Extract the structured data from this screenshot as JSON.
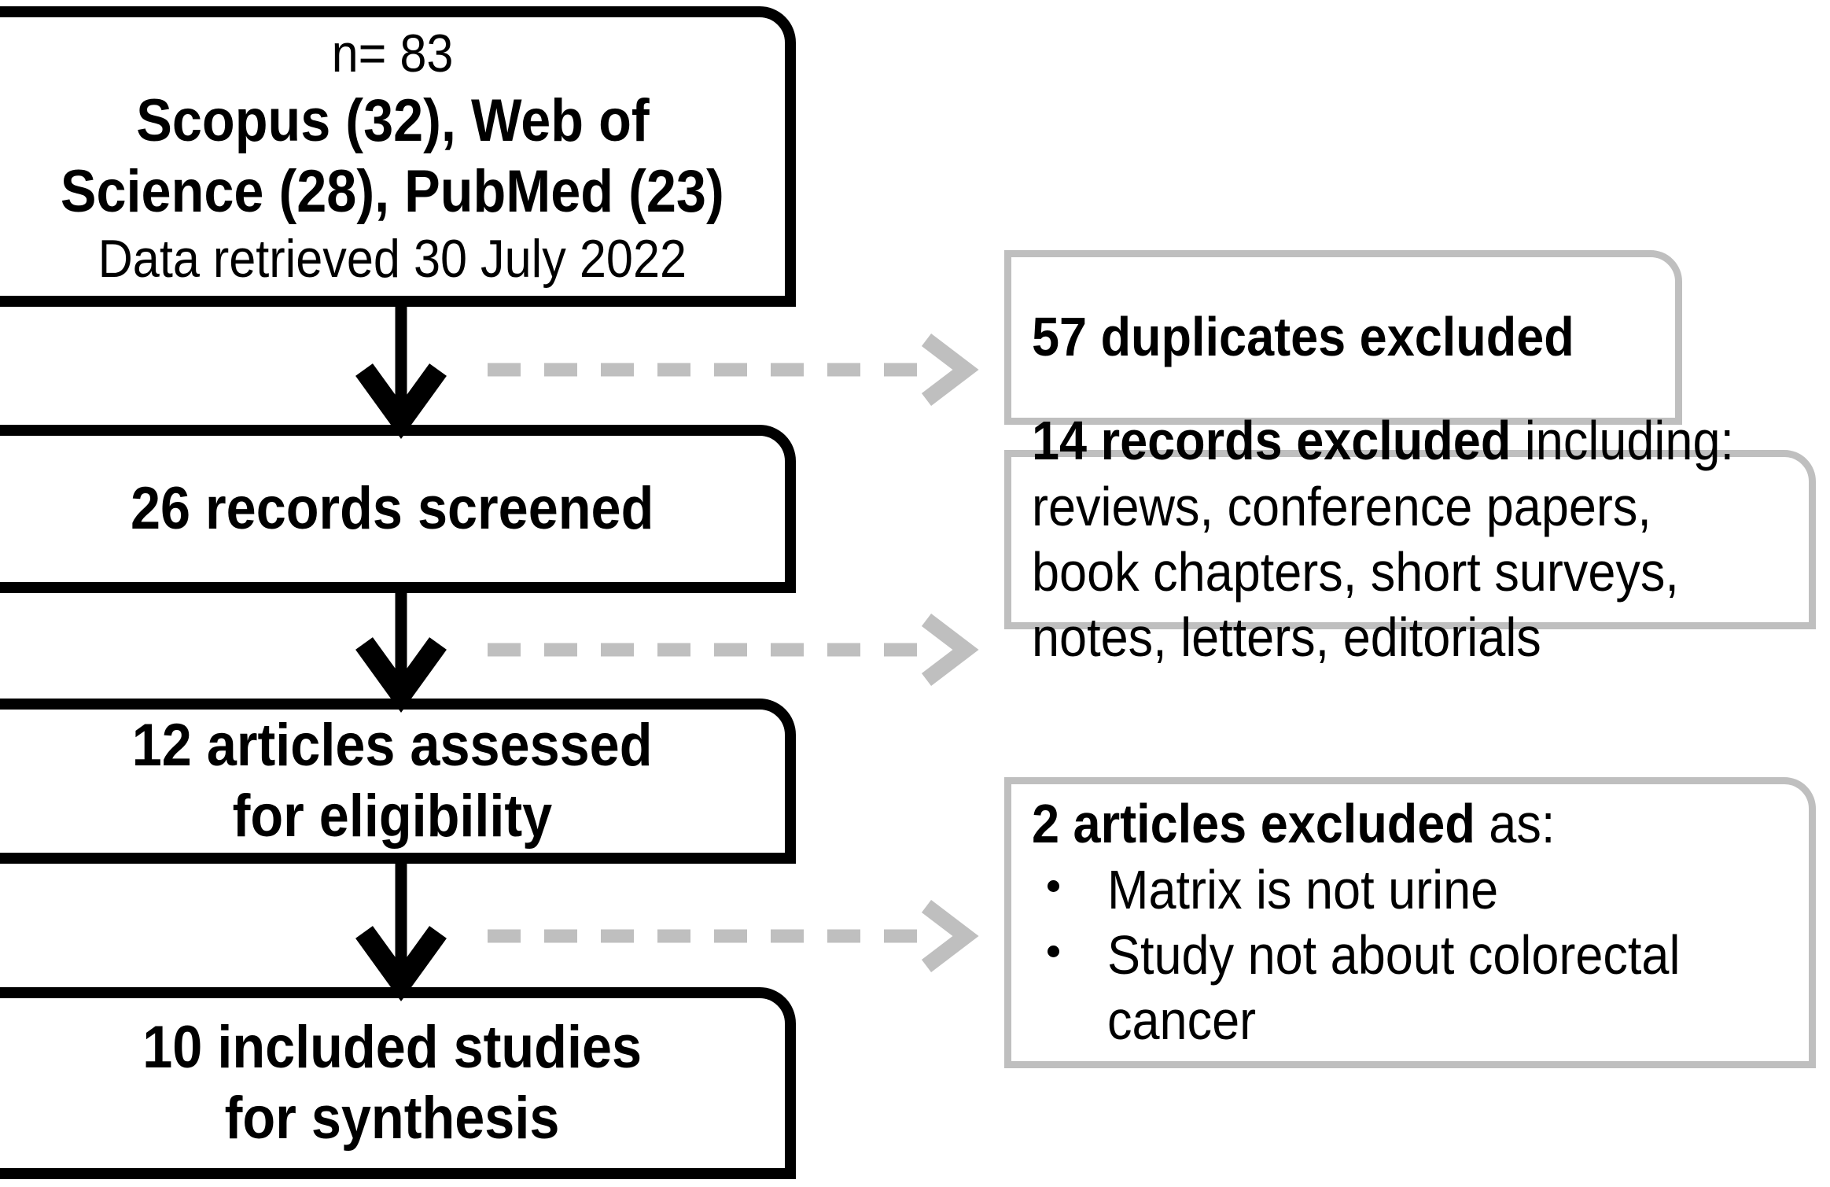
{
  "diagram": {
    "title": "PRISMA study selection flow diagram",
    "colors": {
      "main_box_border": "#000000",
      "side_box_border": "#bfbfbf",
      "solid_arrow": "#000000",
      "dashed_arrow": "#bfbfbf",
      "background": "#ffffff",
      "text": "#000000"
    },
    "flow_boxes": [
      {
        "id": "identification",
        "lines": [
          {
            "text": "n= 83",
            "weight": "regular"
          },
          {
            "text": "Scopus (32), Web of",
            "weight": "bold"
          },
          {
            "text": "Science (28), PubMed (23)",
            "weight": "bold"
          },
          {
            "text": "Data retrieved 30 July 2022",
            "weight": "regular"
          }
        ]
      },
      {
        "id": "screening",
        "lines": [
          {
            "text": "26 records screened",
            "weight": "bold"
          }
        ]
      },
      {
        "id": "eligibility",
        "lines": [
          {
            "text": "12 articles assessed",
            "weight": "bold"
          },
          {
            "text": "for eligibility",
            "weight": "bold"
          }
        ]
      },
      {
        "id": "included",
        "lines": [
          {
            "text": "10 included studies",
            "weight": "bold"
          },
          {
            "text": "for synthesis",
            "weight": "bold"
          }
        ]
      }
    ],
    "exclusion_boxes": [
      {
        "id": "duplicates-excluded",
        "heading_bold": "57 duplicates excluded",
        "heading_rest": "",
        "body_lines": [],
        "bullets": []
      },
      {
        "id": "records-excluded",
        "heading_bold": "14 records excluded",
        "heading_rest": " including:",
        "body_lines": [
          "reviews, conference papers,",
          "book chapters, short surveys,",
          "notes, letters, editorials"
        ],
        "bullets": []
      },
      {
        "id": "articles-excluded",
        "heading_bold": "2 articles excluded",
        "heading_rest": " as:",
        "body_lines": [],
        "bullets": [
          "Matrix is not urine",
          "Study not about colorectal",
          "cancer"
        ]
      }
    ],
    "connectors": [
      {
        "id": "arrow-identification-to-screening",
        "kind": "solid-down"
      },
      {
        "id": "arrow-screening-to-eligibility",
        "kind": "solid-down"
      },
      {
        "id": "arrow-eligibility-to-included",
        "kind": "solid-down"
      },
      {
        "id": "arrow-to-duplicates-excluded",
        "kind": "dashed-right"
      },
      {
        "id": "arrow-to-records-excluded",
        "kind": "dashed-right"
      },
      {
        "id": "arrow-to-articles-excluded",
        "kind": "dashed-right"
      }
    ]
  }
}
